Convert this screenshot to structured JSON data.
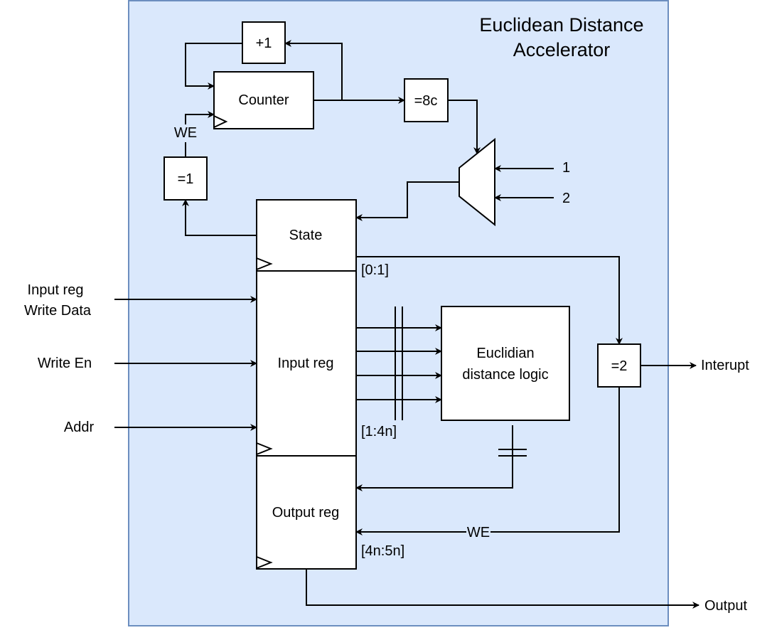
{
  "container": {
    "title_line1": "Euclidean Distance",
    "title_line2": "Accelerator",
    "fill": "#dae8fc",
    "border": "#6c8ebf"
  },
  "blocks": {
    "plus_one": "+1",
    "counter": "Counter",
    "eq_8c": "=8c",
    "eq_1": "=1",
    "state": "State",
    "input_reg": "Input reg",
    "output_reg": "Output reg",
    "logic_line1": "Euclidian",
    "logic_line2": "distance logic",
    "eq_2": "=2"
  },
  "mux_inputs": {
    "in1": "1",
    "in2": "2"
  },
  "wire_labels": {
    "we_counter": "WE",
    "we_output": "WE",
    "range_state": "[0:1]",
    "range_input": "[1:4n]",
    "range_output": "[4n:5n]"
  },
  "external_inputs": {
    "write_data_line1": "Input reg",
    "write_data_line2": "Write Data",
    "write_en": "Write En",
    "addr": "Addr"
  },
  "external_outputs": {
    "interrupt": "Interupt",
    "output": "Output"
  }
}
